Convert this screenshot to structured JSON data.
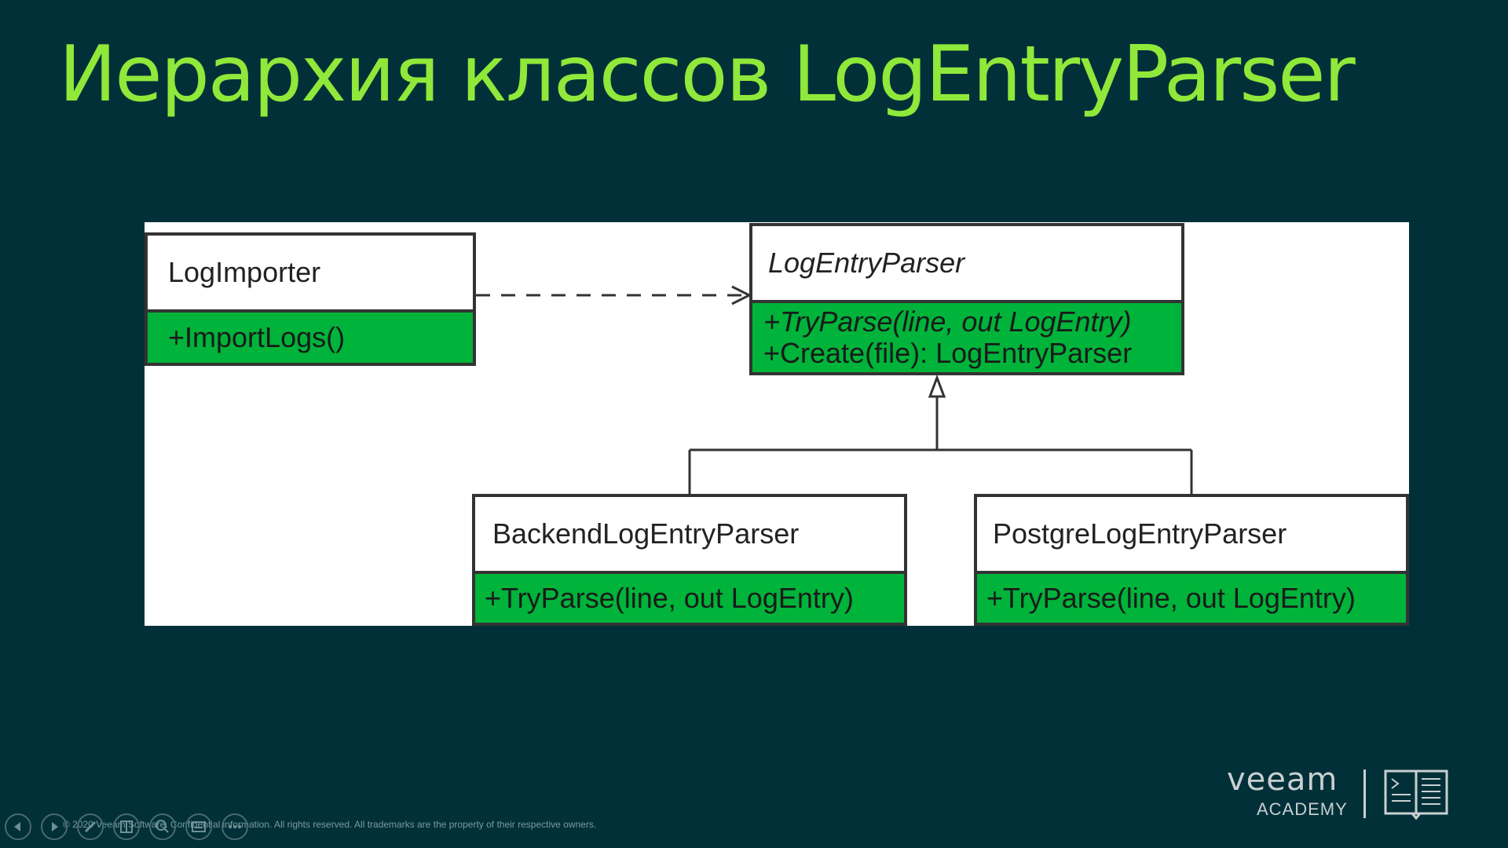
{
  "slide": {
    "title": "Иерархия классов LogEntryParser",
    "footer": "© 2020 Veeam Software. Confidential information. All rights reserved. All trademarks are the property of their respective owners."
  },
  "diagram": {
    "log_importer": {
      "name": "LogImporter",
      "members": [
        "+ImportLogs()"
      ]
    },
    "log_entry_parser": {
      "name": "LogEntryParser",
      "members": [
        "+TryParse(line, out LogEntry)",
        "+Create(file): LogEntryParser"
      ]
    },
    "backend_parser": {
      "name": "BackendLogEntryParser",
      "members": [
        "+TryParse(line, out LogEntry)"
      ]
    },
    "postgre_parser": {
      "name": "PostgreLogEntryParser",
      "members": [
        "+TryParse(line, out LogEntry)"
      ]
    }
  },
  "logo": {
    "brand": "veeam",
    "subtitle": "ACADEMY"
  },
  "navigation": {
    "icons": [
      "previous-icon",
      "next-icon",
      "pen-icon",
      "slides-icon",
      "zoom-icon",
      "subtitles-icon",
      "more-icon"
    ]
  },
  "colors": {
    "background": "#013038",
    "title": "#8fe83a",
    "member_fill": "#00b33a"
  }
}
